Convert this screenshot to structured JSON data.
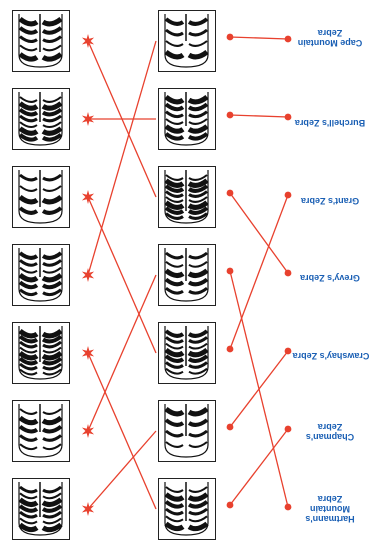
{
  "labels": {
    "l0": "Cape Mountain\nZebra",
    "l1": "Burchell's Zebra",
    "l2": "Grant's Zebra",
    "l3": "Grevy's Zebra",
    "l4": "Crawshay's Zebra",
    "l5": "Chapman's\nZebra",
    "l6": "Hartmann's\nMountain\nZebra"
  },
  "colors": {
    "line": "#e8412e",
    "text": "#1a5fb4",
    "border": "#222222"
  },
  "links": [
    {
      "star_row": 0,
      "middle_row": 2
    },
    {
      "star_row": 1,
      "middle_row": 1
    },
    {
      "star_row": 2,
      "middle_row": 4
    },
    {
      "star_row": 3,
      "middle_row": 0
    },
    {
      "star_row": 4,
      "middle_row": 6
    },
    {
      "star_row": 5,
      "middle_row": 3
    },
    {
      "star_row": 6,
      "middle_row": 5
    }
  ],
  "dot_links": [
    {
      "dot_row": 0,
      "label_row": 0
    },
    {
      "dot_row": 1,
      "label_row": 1
    },
    {
      "dot_row": 2,
      "label_row": 3
    },
    {
      "dot_row": 3,
      "label_row": 6
    },
    {
      "dot_row": 4,
      "label_row": 2
    },
    {
      "dot_row": 5,
      "label_row": 4
    },
    {
      "dot_row": 6,
      "label_row": 5
    }
  ]
}
